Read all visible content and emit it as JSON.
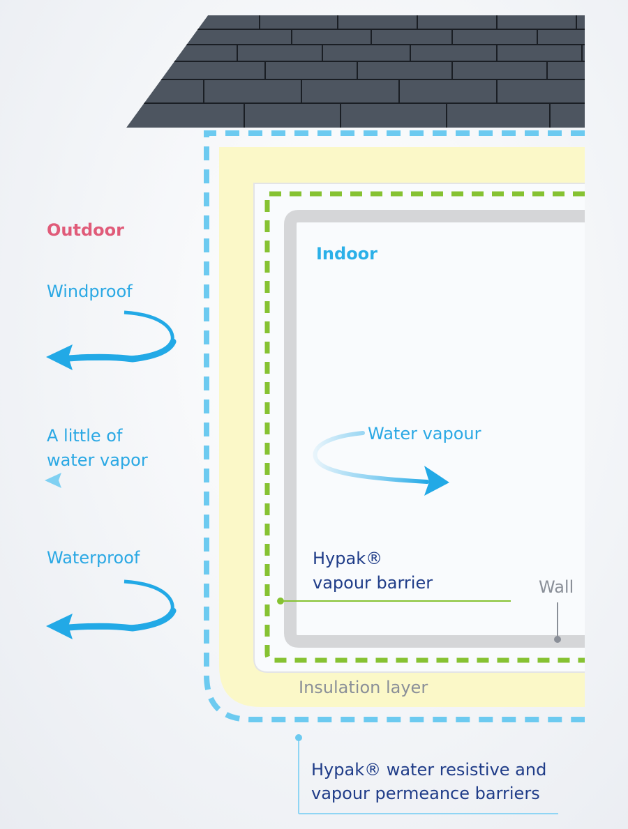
{
  "labels": {
    "outdoor": "Outdoor",
    "indoor": "Indoor",
    "windproof": "Windproof",
    "little_vapor": "A little of\nwater vapor",
    "waterproof": "Waterproof",
    "water_vapour": "Water vapour",
    "vapour_barrier": "Hypak®\nvapour barrier",
    "wall": "Wall",
    "insulation": "Insulation layer",
    "wrb": "Hypak® water resistive and\nvapour permeance barriers"
  },
  "icons": [
    "roof-shingles",
    "curved-arrow-windproof",
    "arrow-water-vapor",
    "curved-arrow-waterproof",
    "curved-arrow-water-vapour"
  ],
  "colors": {
    "outdoor": "#e05b79",
    "blue_text": "#2aa8e4",
    "navy_text": "#1f3c88",
    "grey_text": "#8a8f98",
    "roof": "#4d5560",
    "wrb_dashes": "#6ccaf0",
    "insulation": "#fbf8c8",
    "vapour_barrier_dashes": "#86c232",
    "wall": "#d5d6d8",
    "arrow": "#22a9e6"
  }
}
